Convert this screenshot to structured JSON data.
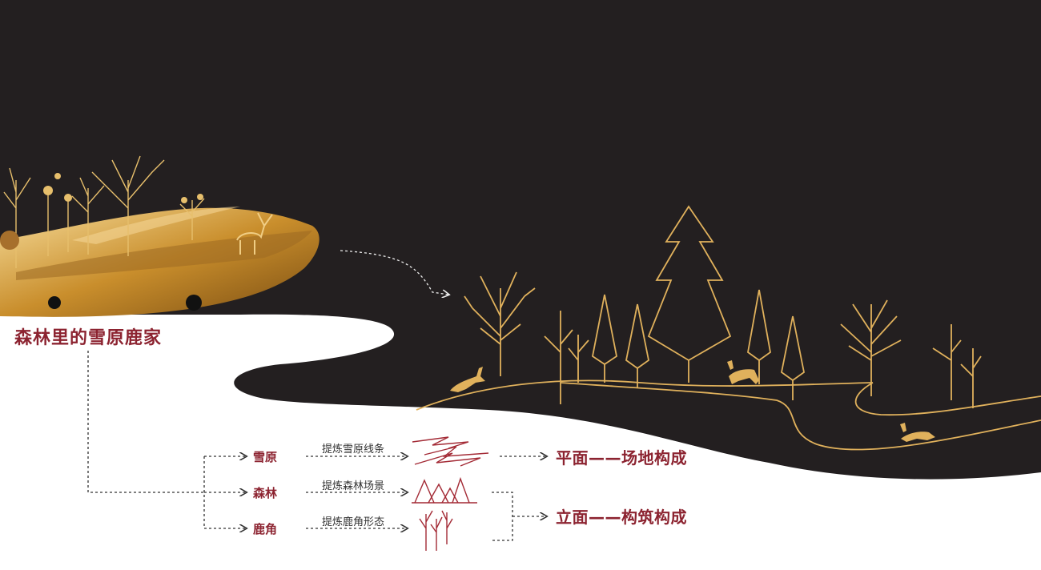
{
  "colors": {
    "background_dark": "#231f20",
    "gold": "#e0b15c",
    "accent_red": "#8c2330",
    "line_dark": "#333333"
  },
  "diagram": {
    "title": "森林里的雪原鹿家",
    "sources": [
      {
        "id": "snowfield",
        "label": "雪原",
        "process": "提炼雪原线条",
        "glyph": "zigzag-lines-icon"
      },
      {
        "id": "forest",
        "label": "森林",
        "process": "提炼森林场景",
        "glyph": "triangle-forest-icon"
      },
      {
        "id": "antler",
        "label": "鹿角",
        "process": "提炼鹿角形态",
        "glyph": "antler-branches-icon"
      }
    ],
    "outputs": [
      {
        "id": "plan",
        "label": "平面——场地构成",
        "from": [
          "snowfield"
        ]
      },
      {
        "id": "elevation",
        "label": "立面——构筑构成",
        "from": [
          "forest",
          "antler"
        ]
      }
    ]
  },
  "illustration": {
    "image": "golden-forest-deer-landscape-icon",
    "line_art": "gold-line-forest-with-deer-icon"
  }
}
